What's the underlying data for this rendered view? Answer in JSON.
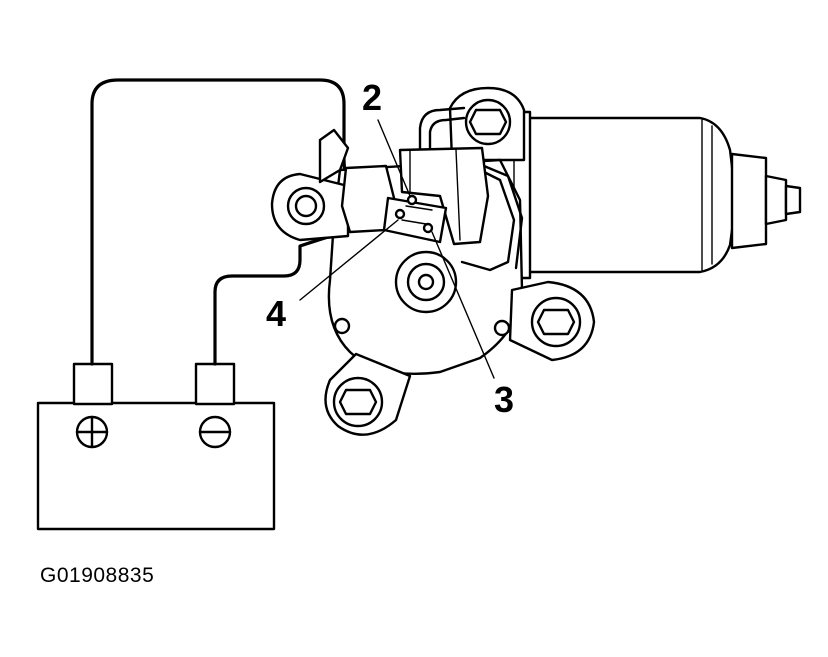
{
  "callouts": {
    "pin_2": "2",
    "pin_3": "3",
    "pin_4": "4"
  },
  "figure_id": "G01908835",
  "icons": {
    "battery_positive": "plus-terminal-icon",
    "battery_negative": "minus-terminal-icon"
  }
}
